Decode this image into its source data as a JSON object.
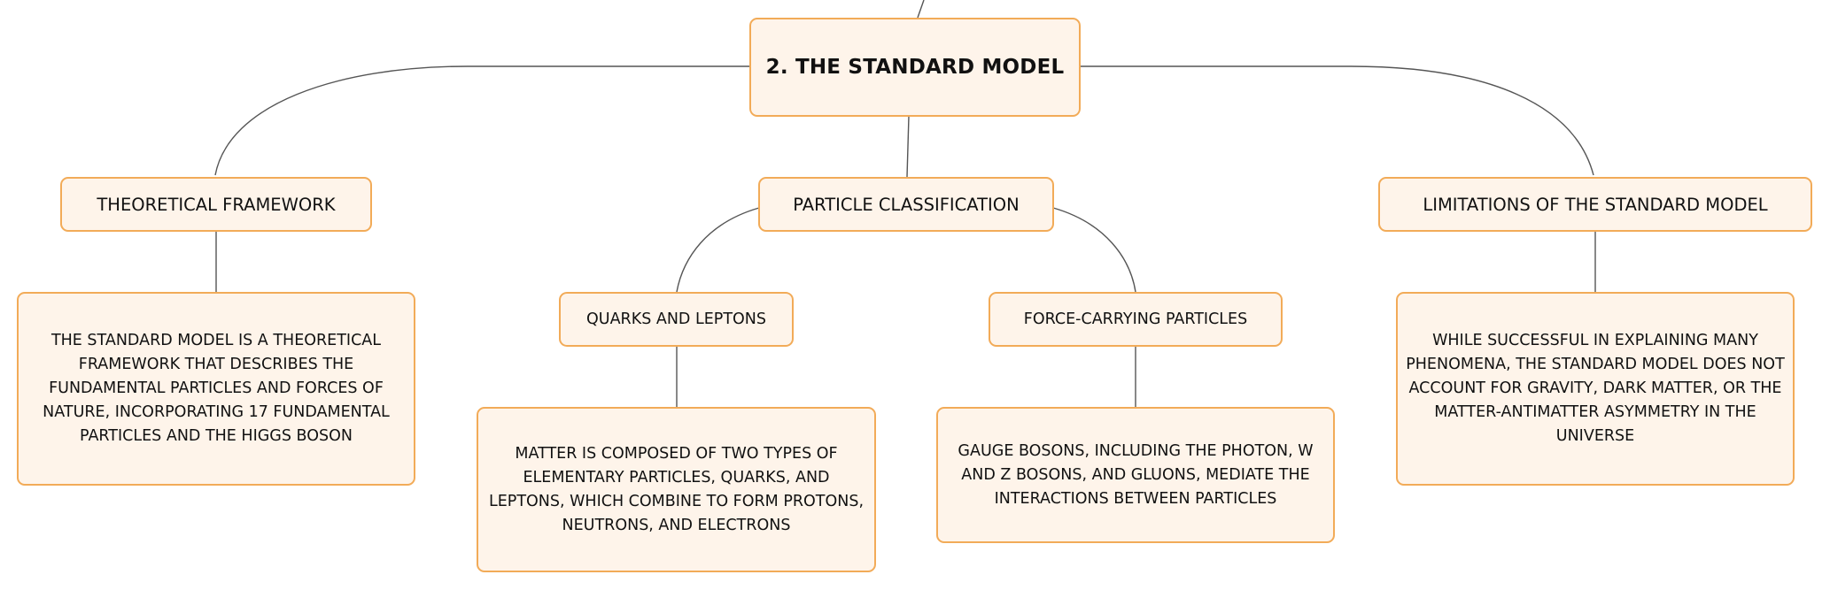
{
  "diagram": {
    "root": {
      "label": "2. THE STANDARD MODEL"
    },
    "branches": [
      {
        "label": "THEORETICAL FRAMEWORK",
        "detail": "THE STANDARD MODEL IS A THEORETICAL FRAMEWORK THAT DESCRIBES THE FUNDAMENTAL PARTICLES AND FORCES OF NATURE, INCORPORATING 17 FUNDAMENTAL PARTICLES AND THE HIGGS BOSON"
      },
      {
        "label": "PARTICLE CLASSIFICATION",
        "children": [
          {
            "label": "QUARKS AND LEPTONS",
            "detail": "MATTER IS COMPOSED OF TWO TYPES OF ELEMENTARY PARTICLES, QUARKS, AND LEPTONS, WHICH COMBINE TO FORM PROTONS, NEUTRONS, AND ELECTRONS"
          },
          {
            "label": "FORCE-CARRYING PARTICLES",
            "detail": "GAUGE BOSONS, INCLUDING THE PHOTON, W AND Z BOSONS, AND GLUONS, MEDIATE THE INTERACTIONS BETWEEN PARTICLES"
          }
        ]
      },
      {
        "label": "LIMITATIONS OF THE STANDARD MODEL",
        "detail": "WHILE SUCCESSFUL IN EXPLAINING MANY PHENOMENA, THE STANDARD MODEL DOES NOT ACCOUNT FOR GRAVITY, DARK MATTER, OR THE MATTER-ANTIMATTER ASYMMETRY IN THE UNIVERSE"
      }
    ]
  },
  "colors": {
    "node_fill": "#fef4ea",
    "node_border": "#f2ab58",
    "connector": "#555555",
    "text": "#111111"
  }
}
